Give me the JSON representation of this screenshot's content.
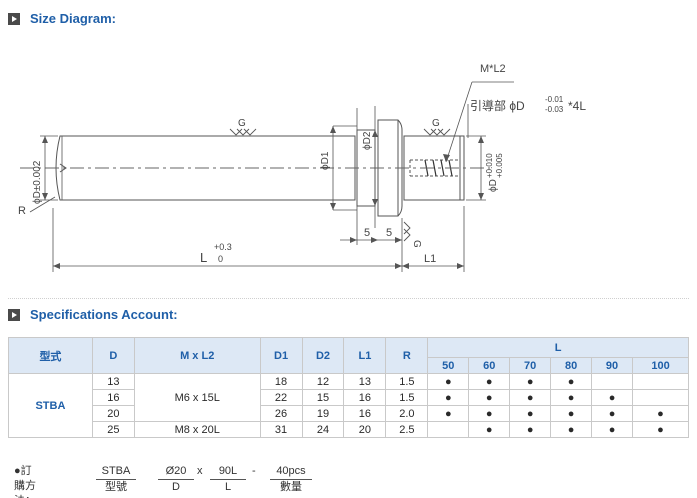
{
  "sections": {
    "size_diagram": "Size Diagram:",
    "spec_account": "Specifications Account:"
  },
  "diagram": {
    "m_l2": "M*L2",
    "guide": "引導部 ϕD",
    "guide_tol_top": "-0.01",
    "guide_tol_bot": "-0.03",
    "guide_tail": "*4L",
    "g": "G",
    "d2": "ϕD2",
    "d1": "ϕD1",
    "d_left": "ϕD±0.002",
    "d_right": "ϕD",
    "d_right_tol_top": "+0.010",
    "d_right_tol_bot": "+0.005",
    "r": "R",
    "dim5": "5",
    "l": "L",
    "l_tol_top": "+0.3",
    "l_tol_bot": "0",
    "l1": "L1"
  },
  "table": {
    "headers": [
      "型式",
      "D",
      "M x L2",
      "D1",
      "D2",
      "L1",
      "R",
      "L"
    ],
    "l_values": [
      "50",
      "60",
      "70",
      "80",
      "90",
      "100"
    ],
    "model": "STBA",
    "mxl2_groups": [
      "M6 x 15L",
      "M8 x 20L"
    ],
    "dot": "●",
    "rows": [
      {
        "D": "13",
        "D1": "18",
        "D2": "12",
        "L1": "13",
        "R": "1.5",
        "avail": [
          true,
          true,
          true,
          true,
          false,
          false
        ]
      },
      {
        "D": "16",
        "D1": "22",
        "D2": "15",
        "L1": "16",
        "R": "1.5",
        "avail": [
          true,
          true,
          true,
          true,
          true,
          false
        ]
      },
      {
        "D": "20",
        "D1": "26",
        "D2": "19",
        "L1": "16",
        "R": "2.0",
        "avail": [
          true,
          true,
          true,
          true,
          true,
          true
        ]
      },
      {
        "D": "25",
        "D1": "31",
        "D2": "24",
        "L1": "20",
        "R": "2.5",
        "avail": [
          false,
          true,
          true,
          true,
          true,
          true
        ]
      }
    ]
  },
  "order": {
    "label": "●訂購方法：",
    "items": [
      {
        "value": "STBA",
        "key": "型號"
      },
      {
        "value": "Ø20",
        "key": "D"
      },
      {
        "value": "90L",
        "key": "L"
      },
      {
        "value": "40pcs",
        "key": "數量"
      }
    ],
    "sep_x": "x",
    "sep_dash": "-"
  },
  "colors": {
    "accent": "#1f5fa8",
    "header_bg": "#dde8f5",
    "line": "#555555"
  }
}
